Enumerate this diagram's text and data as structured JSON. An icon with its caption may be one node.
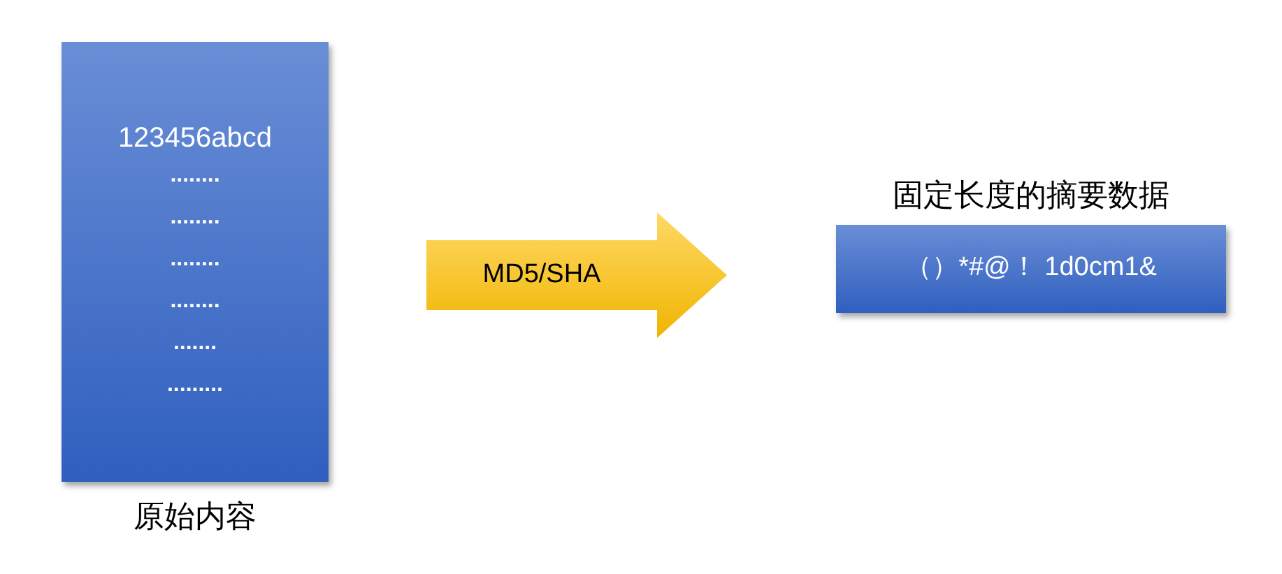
{
  "diagram": {
    "nodes": [
      {
        "text": [
          "123456abcd",
          "........",
          "........",
          "........",
          "........",
          ".......",
          "........."
        ],
        "beside": [
          "原始内容"
        ]
      },
      {
        "text": [
          "固定长度的摘要数据",
          "（）*#@！ 1d0cm1&"
        ]
      }
    ],
    "edges": [
      {
        "from": 0,
        "to": 1,
        "arrow": "to",
        "label": "MD5/SHA"
      }
    ]
  }
}
